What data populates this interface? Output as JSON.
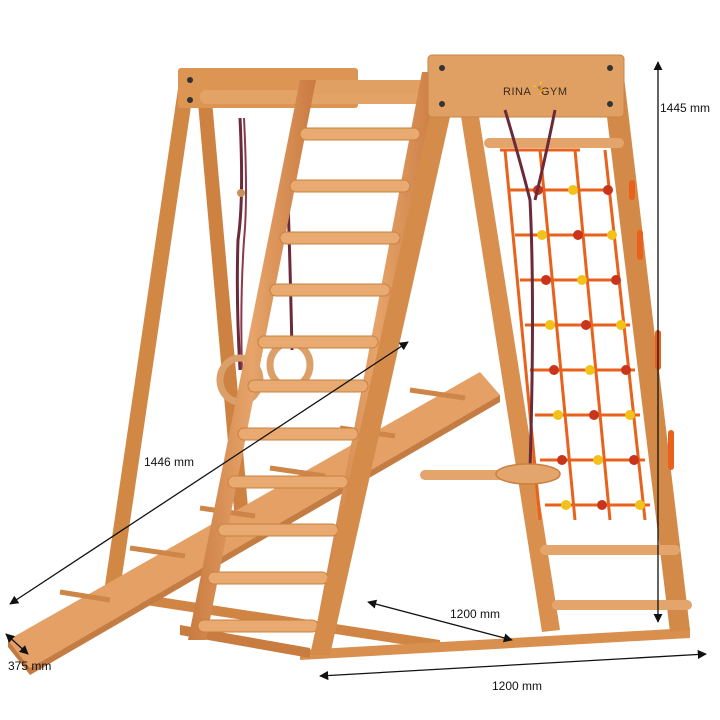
{
  "brand": {
    "left": "RINA",
    "right": "GYM"
  },
  "dimensions": {
    "height": "1445 mm",
    "ladder_length": "1446 mm",
    "depth_inner": "1200 mm",
    "width_front": "1200 mm",
    "slide_width": "375 mm"
  },
  "colors": {
    "wood": "#d98c4e",
    "wood_light": "#e8a56a",
    "wood_dark": "#b8703a",
    "rope_red": "#c8341c",
    "rope_orange": "#e8621c",
    "knot_yellow": "#f2c11a",
    "ring_rope": "#6b2a3a"
  }
}
